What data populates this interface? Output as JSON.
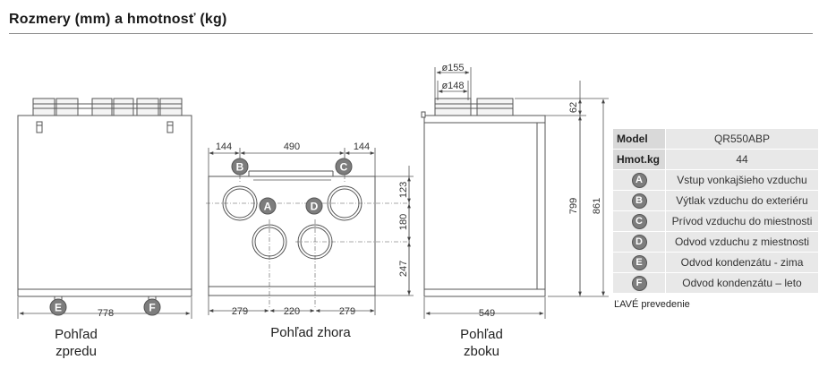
{
  "title": "Rozmery (mm) a hmotnosť  (kg)",
  "views": {
    "front": {
      "label_line1": "Pohľad",
      "label_line2": "zpredu",
      "dim_width": "778"
    },
    "top": {
      "label": "Pohľad zhora",
      "dim_top_left": "144",
      "dim_top_mid": "490",
      "dim_top_right": "144",
      "dim_bottom_left": "279",
      "dim_bottom_mid": "220",
      "dim_bottom_right": "279",
      "dim_side_1": "123",
      "dim_side_2": "180",
      "dim_side_3": "247"
    },
    "side": {
      "label_line1": "Pohľad",
      "label_line2": "zboku",
      "dim_outer_dia": "ø155",
      "dim_inner_dia": "ø148",
      "dim_width": "549",
      "dim_top": "62",
      "dim_body": "799",
      "dim_total": "861"
    }
  },
  "markers": {
    "A": "A",
    "B": "B",
    "C": "C",
    "D": "D",
    "E": "E",
    "F": "F"
  },
  "table": {
    "model_label": "Model",
    "model_value": "QR550ABP",
    "weight_label": "Hmot.kg",
    "weight_value": "44",
    "rows": [
      {
        "mark": "A",
        "text": "Vstup vonkajšieho vzduchu"
      },
      {
        "mark": "B",
        "text": "Výtlak vzduchu do exteriéru"
      },
      {
        "mark": "C",
        "text": "Prívod vzduchu do miestnosti"
      },
      {
        "mark": "D",
        "text": "Odvod vzduchu z miestnosti"
      },
      {
        "mark": "E",
        "text": "Odvod kondenzátu - zima"
      },
      {
        "mark": "F",
        "text": "Odvod kondenzátu – leto"
      }
    ]
  },
  "footnote": "ĽAVÉ prevedenie",
  "colors": {
    "line": "#555555",
    "badge": "#7d7d7d",
    "table_bg": "#e8e8e8",
    "table_hdr": "#d9d9d9"
  }
}
